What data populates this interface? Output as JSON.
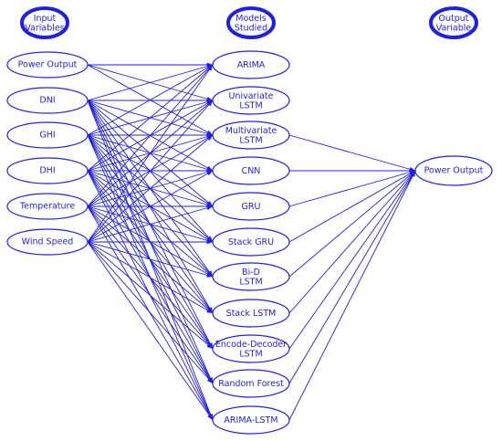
{
  "headers": {
    "input": [
      "Input",
      "Variables"
    ],
    "models": [
      "Models",
      "Studied"
    ],
    "output": [
      "Output",
      "Variable"
    ]
  },
  "inputs": [
    "Power Output",
    "DNI",
    "GHI",
    "DHI",
    "Temperature",
    "Wind Speed"
  ],
  "models": [
    [
      "ARIMA"
    ],
    [
      "Univariate",
      "LSTM"
    ],
    [
      "Multivariate",
      "LSTM"
    ],
    [
      "CNN"
    ],
    [
      "GRU"
    ],
    [
      "Stack GRU"
    ],
    [
      "Bi-D",
      "LSTM"
    ],
    [
      "Stack LSTM"
    ],
    [
      "Encode-Decoder",
      "LSTM"
    ],
    [
      "Random Forest"
    ],
    [
      "ARIMA-LSTM"
    ]
  ],
  "output": "Power Output",
  "colors": {
    "stroke": "#1f1fe6",
    "background": "#ffffff"
  }
}
